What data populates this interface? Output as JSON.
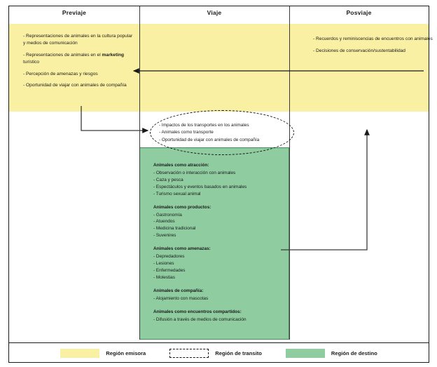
{
  "columns": {
    "previaje": "Previaje",
    "viaje": "Viaje",
    "posviaje": "Posviaje"
  },
  "previaje_items": [
    "- Representaciones de animales en la cultura popular y medios de comunicación",
    "- Representaciones de animales en el",
    "- Percepción de amenazas y riesgos",
    "- Oportunidad de viajar con animales de compañía"
  ],
  "previaje_marketing": {
    "bold": "marketing",
    "rest": " turístico"
  },
  "posviaje_items": [
    "- Recuerdos y reminiscencias de encuentros con animales",
    "- Decisiones de conservación/sustentabilidad"
  ],
  "transito_items": [
    "- Impactos de los transportes en los animales",
    "- Animales como transporte",
    "- Oportunidad de viajar con animales de compañía"
  ],
  "destino_groups": [
    {
      "title": "Animales como atracción:",
      "items": [
        "- Observación o interacción con animales",
        "- Caza y pesca",
        "- Espectáculos y eventos basados en animales",
        "- Turismo sexual animal"
      ]
    },
    {
      "title": "Animales como productos:",
      "items": [
        "- Gastronomía",
        "- Atuendos",
        "- Medicina tradicional",
        "- Suvenires"
      ]
    },
    {
      "title": "Animales como amenazas:",
      "items": [
        "- Depredadores",
        "- Lesiones",
        "- Enfermedades",
        "- Molestias"
      ]
    },
    {
      "title": "Animales de compañía:",
      "items": [
        "- Alojamiento con mascotas"
      ]
    },
    {
      "title": "Animales como encuentros compartidos:",
      "items": [
        "- Difusión a través de medios de comunicación"
      ]
    }
  ],
  "legend": [
    {
      "swatch": "yellow",
      "label": "Región emisora"
    },
    {
      "swatch": "dashed",
      "label": "Región de transito"
    },
    {
      "swatch": "green",
      "label": "Región de destino"
    }
  ],
  "colors": {
    "emisora": "#faf0a3",
    "destino": "#8fcca0",
    "border": "#1a1a1a",
    "green_border": "#4a8a5e"
  }
}
